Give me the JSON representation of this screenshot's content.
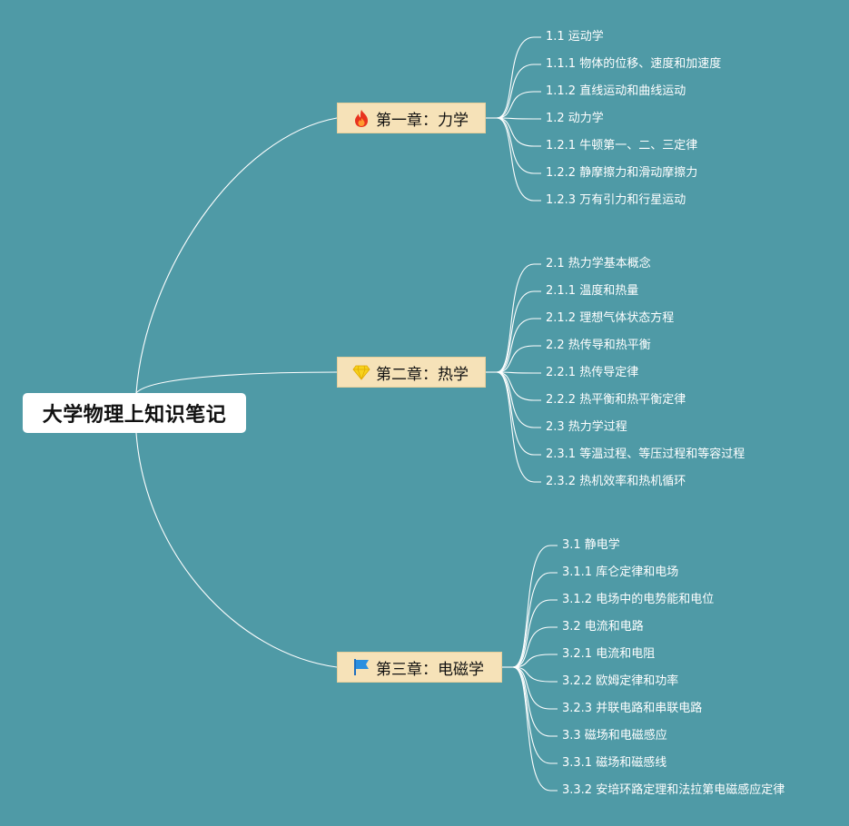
{
  "root": {
    "title": "大学物理上知识笔记"
  },
  "chapters": [
    {
      "title": "第一章：力学",
      "icon": "fire-icon",
      "items": [
        "1.1 运动学",
        "1.1.1 物体的位移、速度和加速度",
        "1.1.2 直线运动和曲线运动",
        "1.2 动力学",
        "1.2.1 牛顿第一、二、三定律",
        "1.2.2 静摩擦力和滑动摩擦力",
        "1.2.3 万有引力和行星运动"
      ]
    },
    {
      "title": "第二章：热学",
      "icon": "gem-icon",
      "items": [
        "2.1 热力学基本概念",
        "2.1.1 温度和热量",
        "2.1.2 理想气体状态方程",
        "2.2 热传导和热平衡",
        "2.2.1 热传导定律",
        "2.2.2 热平衡和热平衡定律",
        "2.3 热力学过程",
        "2.3.1 等温过程、等压过程和等容过程",
        "2.3.2 热机效率和热机循环"
      ]
    },
    {
      "title": "第三章：电磁学",
      "icon": "flag-icon",
      "items": [
        "3.1 静电学",
        "3.1.1 库仑定律和电场",
        "3.1.2 电场中的电势能和电位",
        "3.2 电流和电路",
        "3.2.1 电流和电阻",
        "3.2.2 欧姆定律和功率",
        "3.2.3 并联电路和串联电路",
        "3.3 磁场和电磁感应",
        "3.3.1 磁场和磁感线",
        "3.3.2 安培环路定理和法拉第电磁感应定律"
      ]
    }
  ],
  "colors": {
    "background": "#4f9aa6",
    "chapter_fill": "#f6e2b8",
    "root_fill": "#ffffff",
    "line": "#ffffff"
  }
}
